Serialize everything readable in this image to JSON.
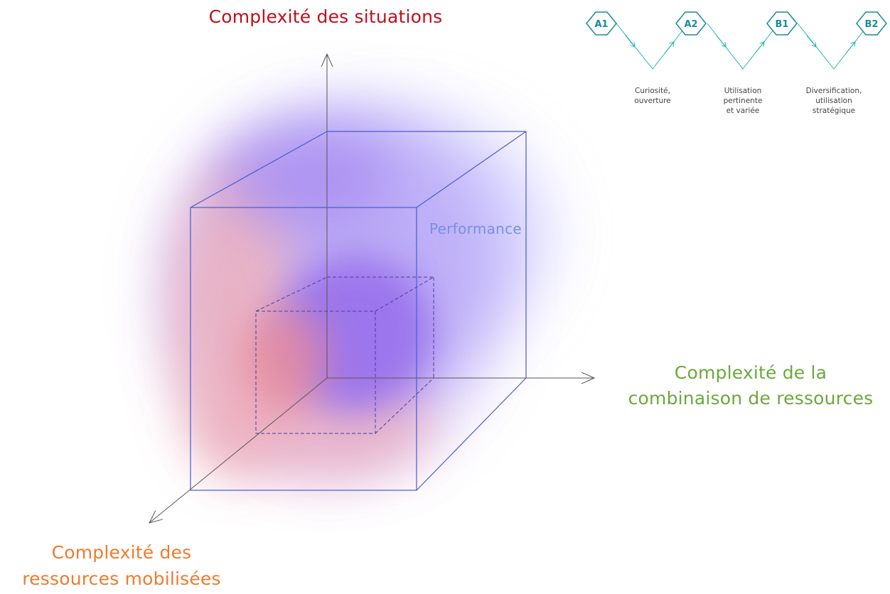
{
  "axes": {
    "vertical": {
      "label": "Complexité des situations",
      "color": "#c0101a"
    },
    "horizontal": {
      "label_lines": [
        "Complexité de la",
        "combinaison de ressources"
      ],
      "color": "#6aaa3a"
    },
    "depth": {
      "label_lines": [
        "Complexité des",
        "ressources mobilisées"
      ],
      "color": "#ef7b2e"
    }
  },
  "cube": {
    "label": "Performance",
    "label_color": "#7a8fe8",
    "edge_color": "#4a5ad0",
    "inner_edge_color": "#4a3f9a"
  },
  "levels": {
    "color": "#1a8b9a",
    "items": [
      {
        "code": "A1"
      },
      {
        "code": "A2"
      },
      {
        "code": "B1"
      },
      {
        "code": "B2"
      }
    ],
    "descriptions": [
      {
        "lines": [
          "Curiosité,",
          "ouverture"
        ]
      },
      {
        "lines": [
          "Utilisation",
          "pertinente",
          "et variée"
        ]
      },
      {
        "lines": [
          "Diversification,",
          "utilisation",
          "stratégique"
        ]
      }
    ]
  }
}
